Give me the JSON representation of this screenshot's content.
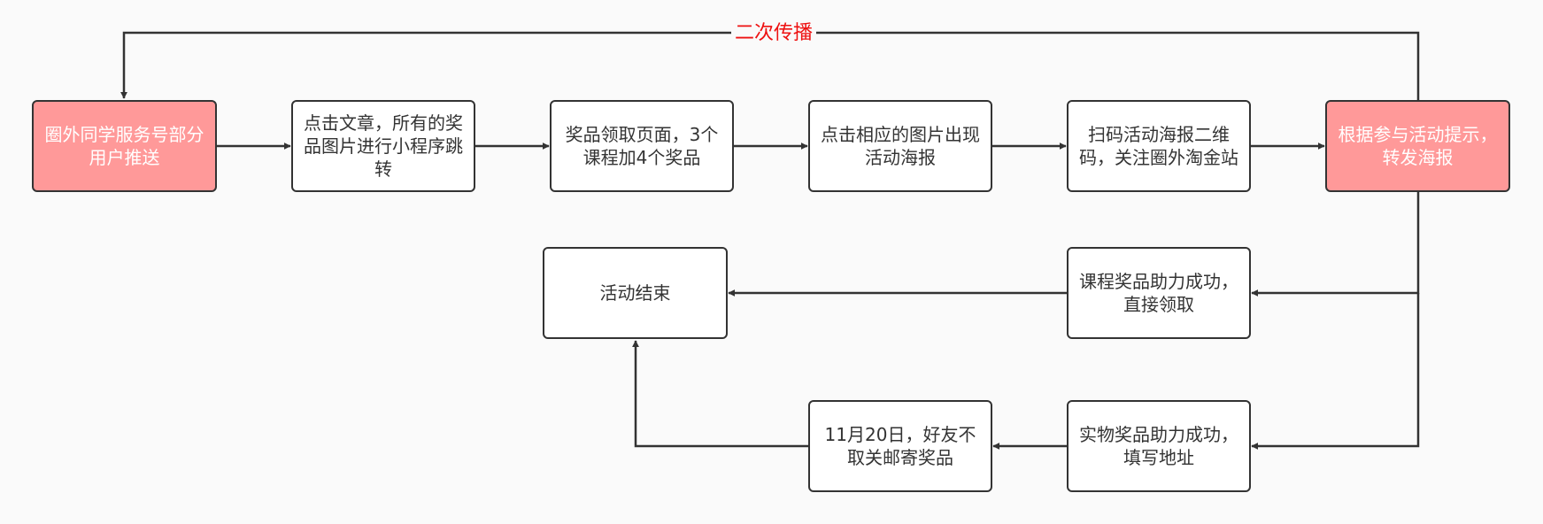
{
  "colors": {
    "highlight_fill": "#ff9999",
    "highlight_text": "#ffffff",
    "node_fill": "#ffffff",
    "stroke": "#333333",
    "label_red": "#ee1111"
  },
  "nodes": {
    "push": "圈外同学服务号部分用户推送",
    "click_article": "点击文章，所有的奖品图片进行小程序跳转",
    "prize_page": "奖品领取页面，3个课程加4个奖品",
    "click_image": "点击相应的图片出现活动海报",
    "scan_poster": "扫码活动海报二维码，关注圈外淘金站",
    "share_poster": "根据参与活动提示，转发海报",
    "course_success": "课程奖品助力成功，直接领取",
    "activity_end": "活动结束",
    "physical_success": "实物奖品助力成功，填写地址",
    "mail_prize": "11月20日，好友不取关邮寄奖品"
  },
  "edges": {
    "secondary_spread_label": "二次传播"
  }
}
